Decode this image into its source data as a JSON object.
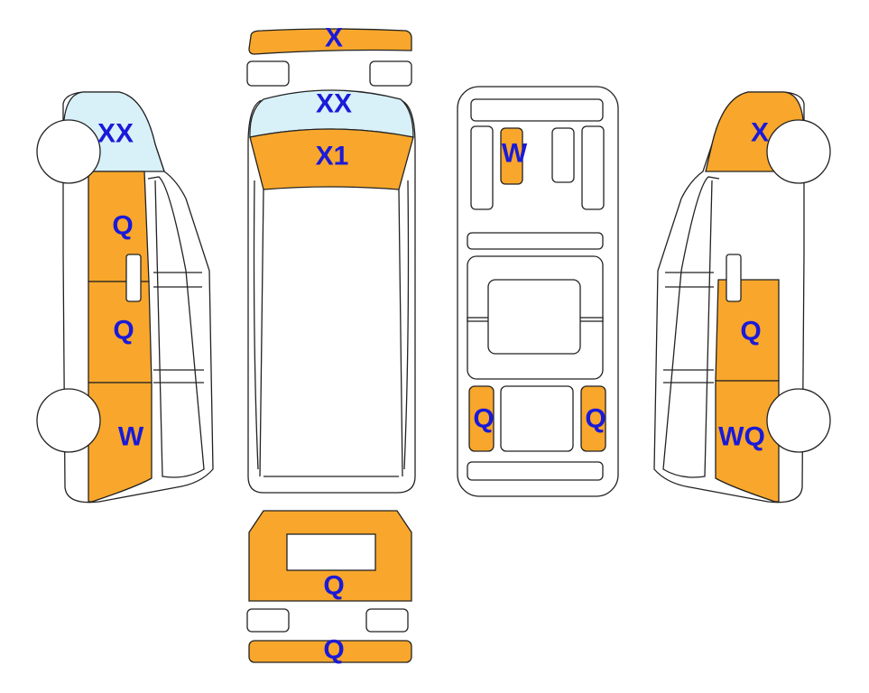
{
  "colors": {
    "damage": "#f8a72c",
    "glass": "#d8f0f8",
    "label": "#1a1ad8",
    "outline": "#222222"
  },
  "labels": {
    "front_bumper": "X",
    "windshield": "XX",
    "hood": "X1",
    "left_a_pillar": "XX",
    "left_front_door": "Q",
    "left_sliding_door": "Q",
    "left_rear_quarter": "W",
    "right_front_fender": "X",
    "right_sliding_door": "Q",
    "right_rear_quarter": "WQ",
    "roof_front_panel": "W",
    "roof_rear_left": "Q",
    "roof_rear_right": "Q",
    "rear_door": "Q",
    "rear_bumper": "Q"
  }
}
